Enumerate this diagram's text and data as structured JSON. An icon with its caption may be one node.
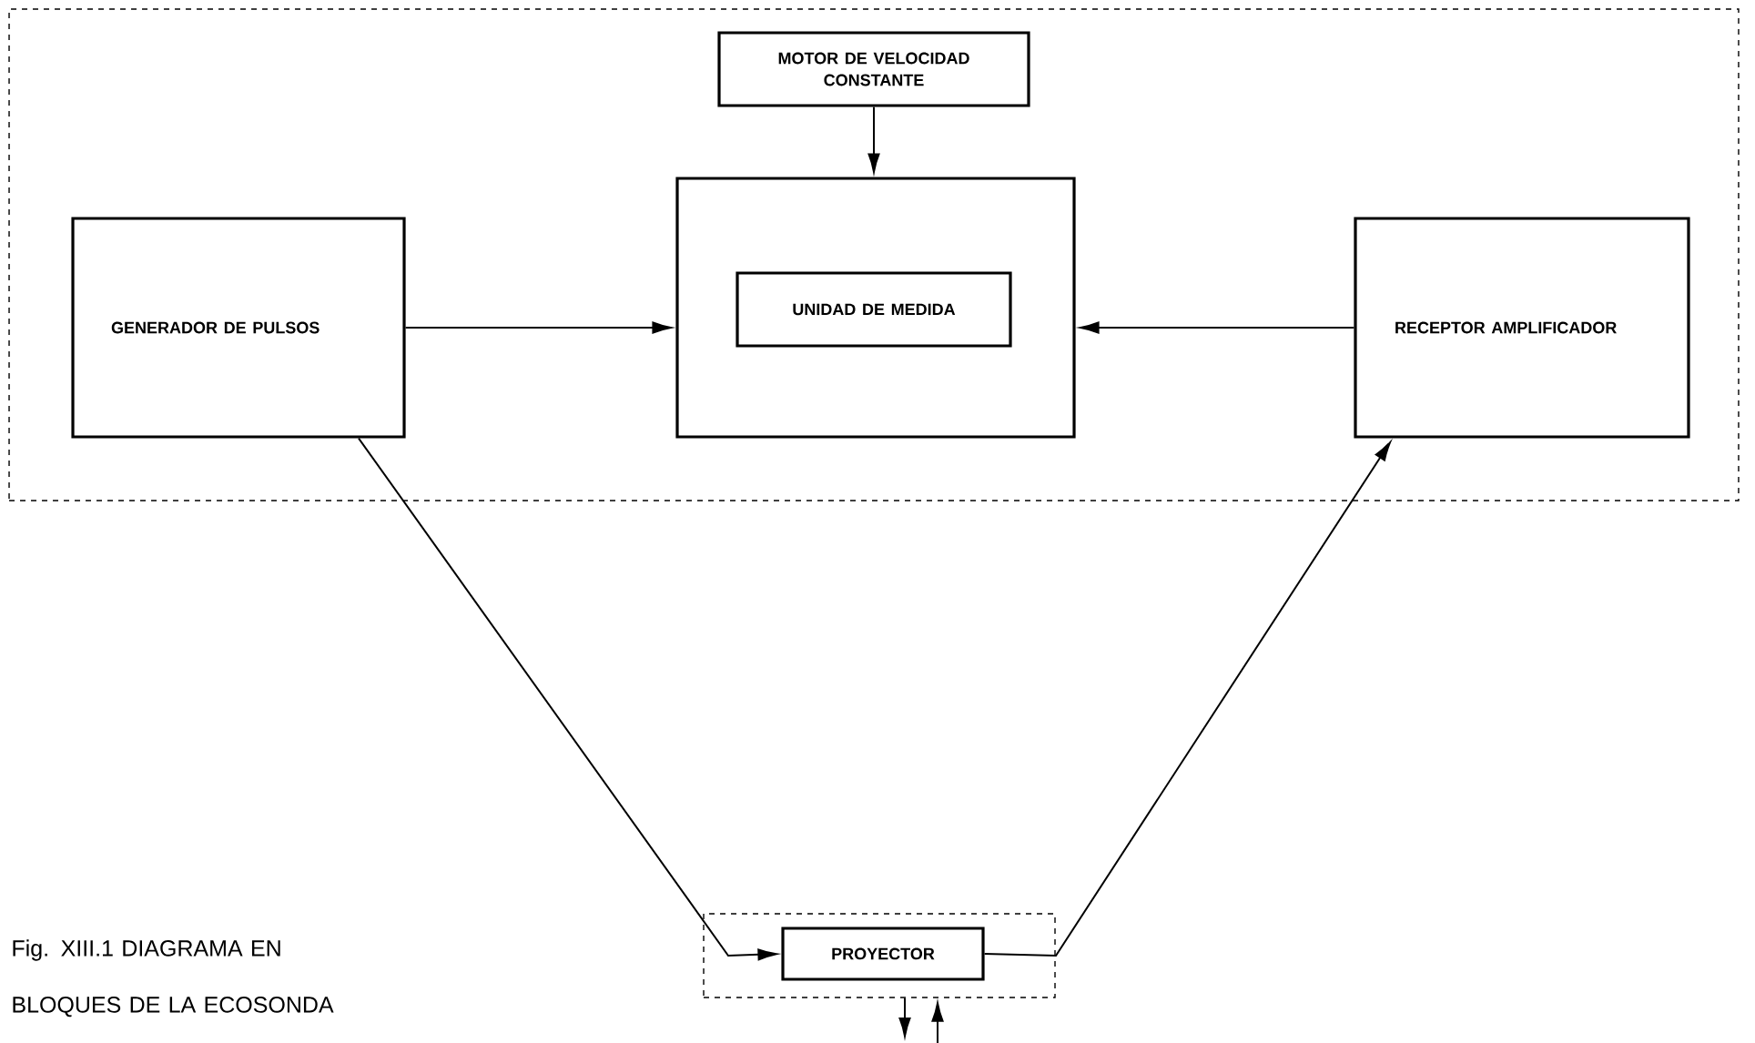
{
  "diagram": {
    "caption": "Fig. XIII.1 DIAGRAMA EN BLOQUES DE LA ECOSONDA",
    "nodes": [
      {
        "text": [],
        "shape": "box"
      },
      {
        "text": [
          "MOTOR DE VELOCIDAD CONSTANTE"
        ],
        "in": 0
      },
      {
        "text": [],
        "shape": "box",
        "in": 0
      },
      {
        "text": [
          "UNIDAD DE MEDIDA"
        ],
        "in": 2
      },
      {
        "text": [
          "GENERADOR DE PULSOS"
        ],
        "in": 0
      },
      {
        "text": [
          "RECEPTOR AMPLIFICADOR"
        ],
        "in": 0
      },
      {
        "text": [],
        "shape": "box"
      },
      {
        "text": [
          "PROYECTOR"
        ],
        "in": 6
      }
    ],
    "edges": [
      {
        "from": 1,
        "to": 2,
        "arrow": "to"
      },
      {
        "from": 4,
        "to": 2,
        "arrow": "to"
      },
      {
        "from": 5,
        "to": 2,
        "arrow": "to"
      },
      {
        "from": 4,
        "to": 7,
        "arrow": "to"
      },
      {
        "from": 7,
        "to": 5,
        "arrow": "to"
      },
      {
        "from": 6,
        "to": null,
        "arrow": "to"
      },
      {
        "from": null,
        "to": 6,
        "arrow": "to"
      }
    ]
  }
}
